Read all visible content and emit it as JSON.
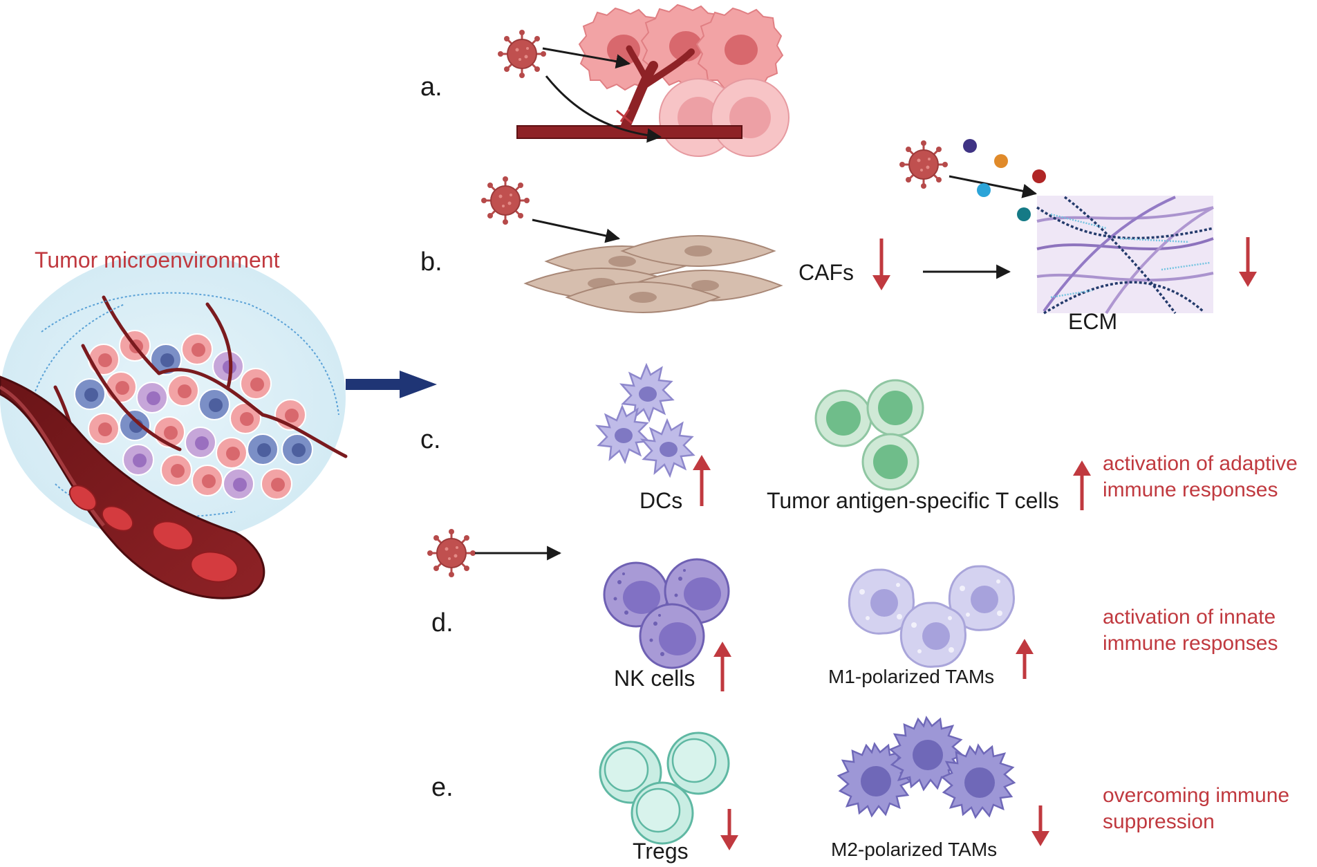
{
  "figure": {
    "tme_title": "Tumor microenvironment",
    "rows": {
      "a": {
        "letter": "a."
      },
      "b": {
        "letter": "b.",
        "cafs_label": "CAFs",
        "ecm_label": "ECM"
      },
      "c": {
        "letter": "c.",
        "dcs_label": "DCs",
        "tcells_label": "Tumor antigen-specific T cells",
        "outcome": [
          "activation of adaptive",
          "immune responses"
        ]
      },
      "d": {
        "letter": "d.",
        "nk_label": "NK cells",
        "m1_label": "M1-polarized TAMs",
        "outcome": [
          "activation of innate",
          "immune responses"
        ]
      },
      "e": {
        "letter": "e.",
        "tregs_label": "Tregs",
        "m2_label": "M2-polarized TAMs",
        "outcome": [
          "overcoming immune",
          "suppression"
        ]
      }
    },
    "colors": {
      "accent_red": "#c0393f",
      "navy_arrow": "#1f3575",
      "virus": "#b64a4a",
      "vessel": "#7a1a1e",
      "tumor_cell": "#e98a8f",
      "fibroblast": "#d2b8a6",
      "ecm_bg": "#efe7f6",
      "dc_cell": "#a8a4d8",
      "t_cell": "#9fd4b1",
      "nk_cell": "#9d8fd1",
      "tam": "#c6c3ea",
      "treg": "#bde9de",
      "m2_tam": "#8f88cf"
    },
    "icons": [
      "virus-icon",
      "blood-vessel-icon",
      "tumor-cell-icon",
      "fibroblast-icon",
      "ecm-fiber-icon",
      "dendritic-cell-icon",
      "t-cell-icon",
      "nk-cell-icon",
      "macrophage-icon",
      "treg-icon",
      "up-arrow-icon",
      "down-arrow-icon"
    ]
  }
}
